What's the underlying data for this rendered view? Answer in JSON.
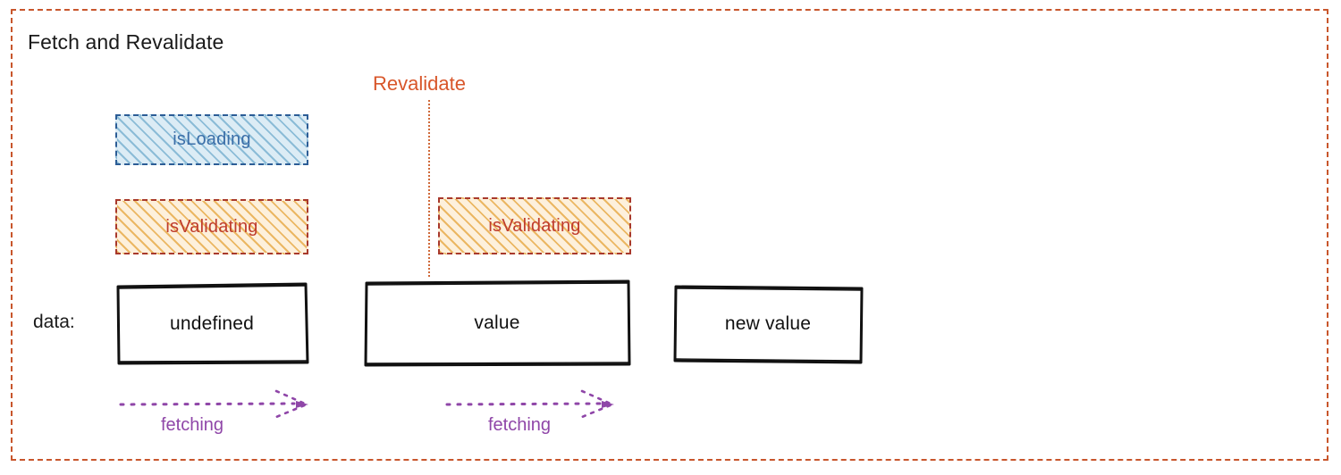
{
  "diagram": {
    "title": "Fetch and Revalidate",
    "frame_color": "#c8562c",
    "background": "#ffffff"
  },
  "revalidate_marker": {
    "label": "Revalidate",
    "color": "#d8562a",
    "line_style": "dotted-vertical"
  },
  "state_bars": [
    {
      "id": "isloading",
      "label": "isLoading",
      "text_color": "#3a6ea8",
      "border_color": "#2c5d96",
      "fill_color": "#dcecf5",
      "hatch_color": "#7db4d1",
      "phase": "initial-fetch"
    },
    {
      "id": "isvalidating-1",
      "label": "isValidating",
      "text_color": "#bf3c2c",
      "border_color": "#a8392c",
      "fill_color": "#fdf0dc",
      "hatch_color": "#e9b055",
      "phase": "initial-fetch"
    },
    {
      "id": "isvalidating-2",
      "label": "isValidating",
      "text_color": "#bf3c2c",
      "border_color": "#a8392c",
      "fill_color": "#fdf0dc",
      "hatch_color": "#e9b055",
      "phase": "revalidate"
    }
  ],
  "data_row": {
    "label": "data:",
    "boxes": [
      {
        "id": "undefined",
        "label": "undefined"
      },
      {
        "id": "value",
        "label": "value"
      },
      {
        "id": "newvalue",
        "label": "new value"
      }
    ]
  },
  "fetch_arrows": [
    {
      "id": "fetch-1",
      "label": "fetching",
      "color": "#8f46a8",
      "direction": "right"
    },
    {
      "id": "fetch-2",
      "label": "fetching",
      "color": "#8f46a8",
      "direction": "right"
    }
  ]
}
